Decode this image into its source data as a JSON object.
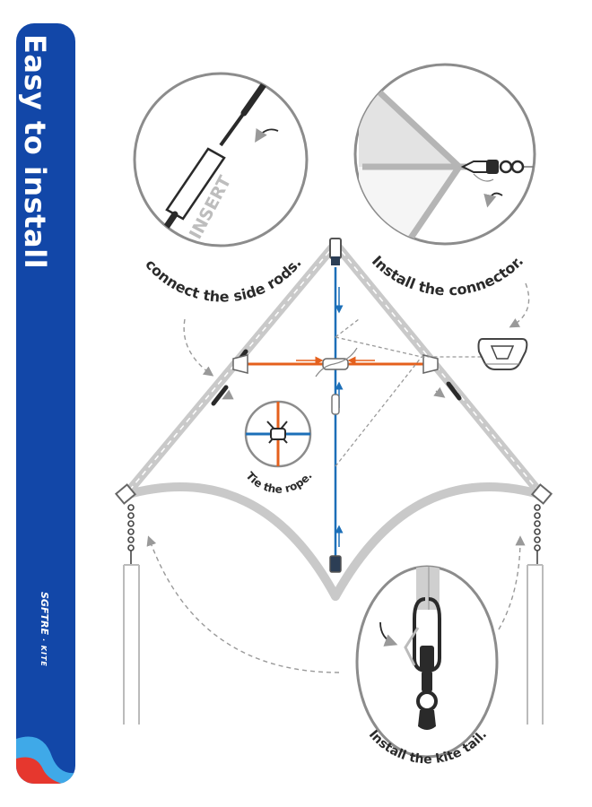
{
  "banner": {
    "title": "Easy to install",
    "brand_name": "SGFTRE",
    "brand_suffix": "· KITE",
    "color": "#1247a8"
  },
  "steps": {
    "connect_rods": {
      "caption": "connect the side rods.",
      "tag": "INSERT"
    },
    "connector": {
      "caption": "Install the connector."
    },
    "tie_rope": {
      "caption": "Tie the rope."
    },
    "kite_tail": {
      "caption": "Install the kite tail."
    }
  },
  "colors": {
    "frame": "#c9c9c9",
    "spine": "#1c6fb8",
    "spar": "#e5601d",
    "rod": "#2a2a2a",
    "arrow": "#999999"
  },
  "icons": [
    "snap-swivel-icon",
    "line-winder-icon",
    "knot-icon",
    "curved-arrow-icon"
  ]
}
